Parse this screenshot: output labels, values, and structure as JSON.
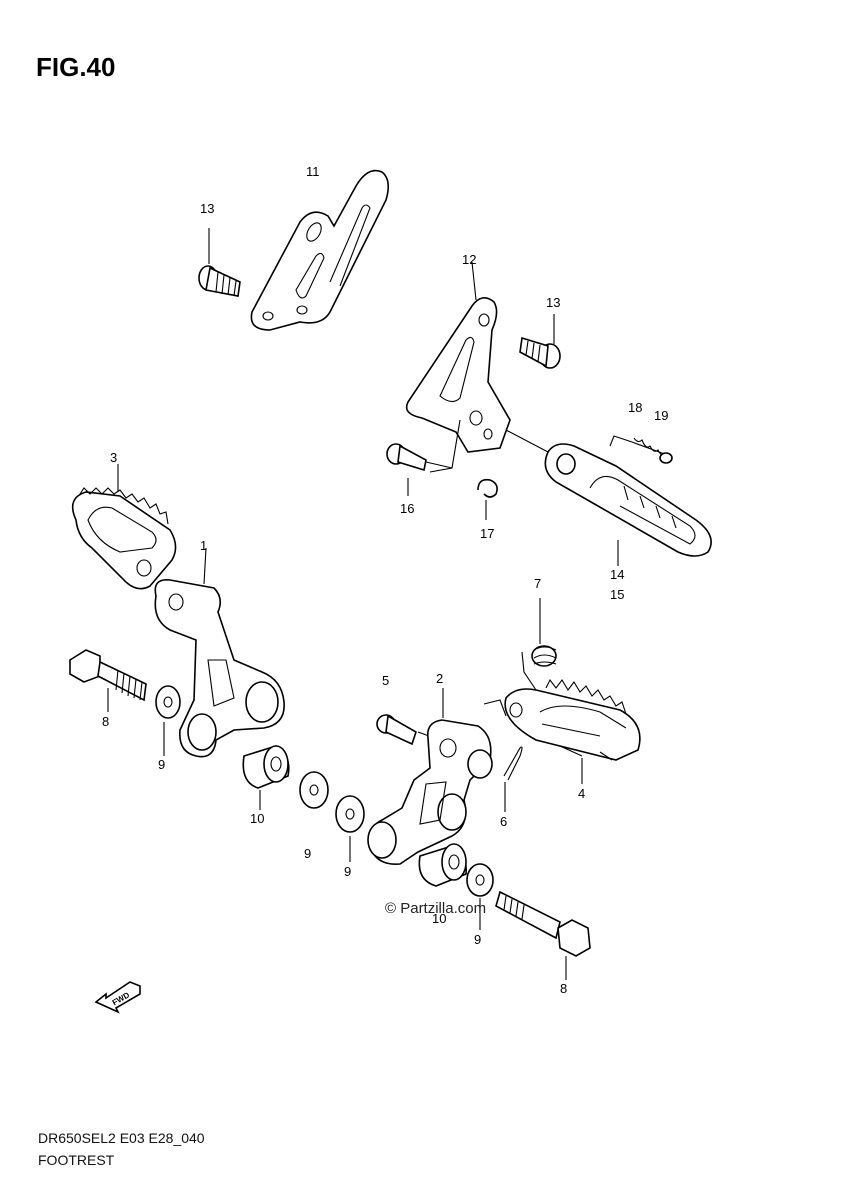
{
  "figure": {
    "title": "FIG.40",
    "model_code": "DR650SEL2 E03 E28_040",
    "caption": "FOOTREST",
    "watermark": "© Partzilla.com",
    "arrow_text": "FWD"
  },
  "callouts": [
    "1",
    "2",
    "3",
    "4",
    "5",
    "6",
    "7",
    "8",
    "8",
    "9",
    "9",
    "9",
    "9",
    "10",
    "10",
    "11",
    "12",
    "13",
    "13",
    "14",
    "15",
    "16",
    "17",
    "18",
    "19"
  ]
}
